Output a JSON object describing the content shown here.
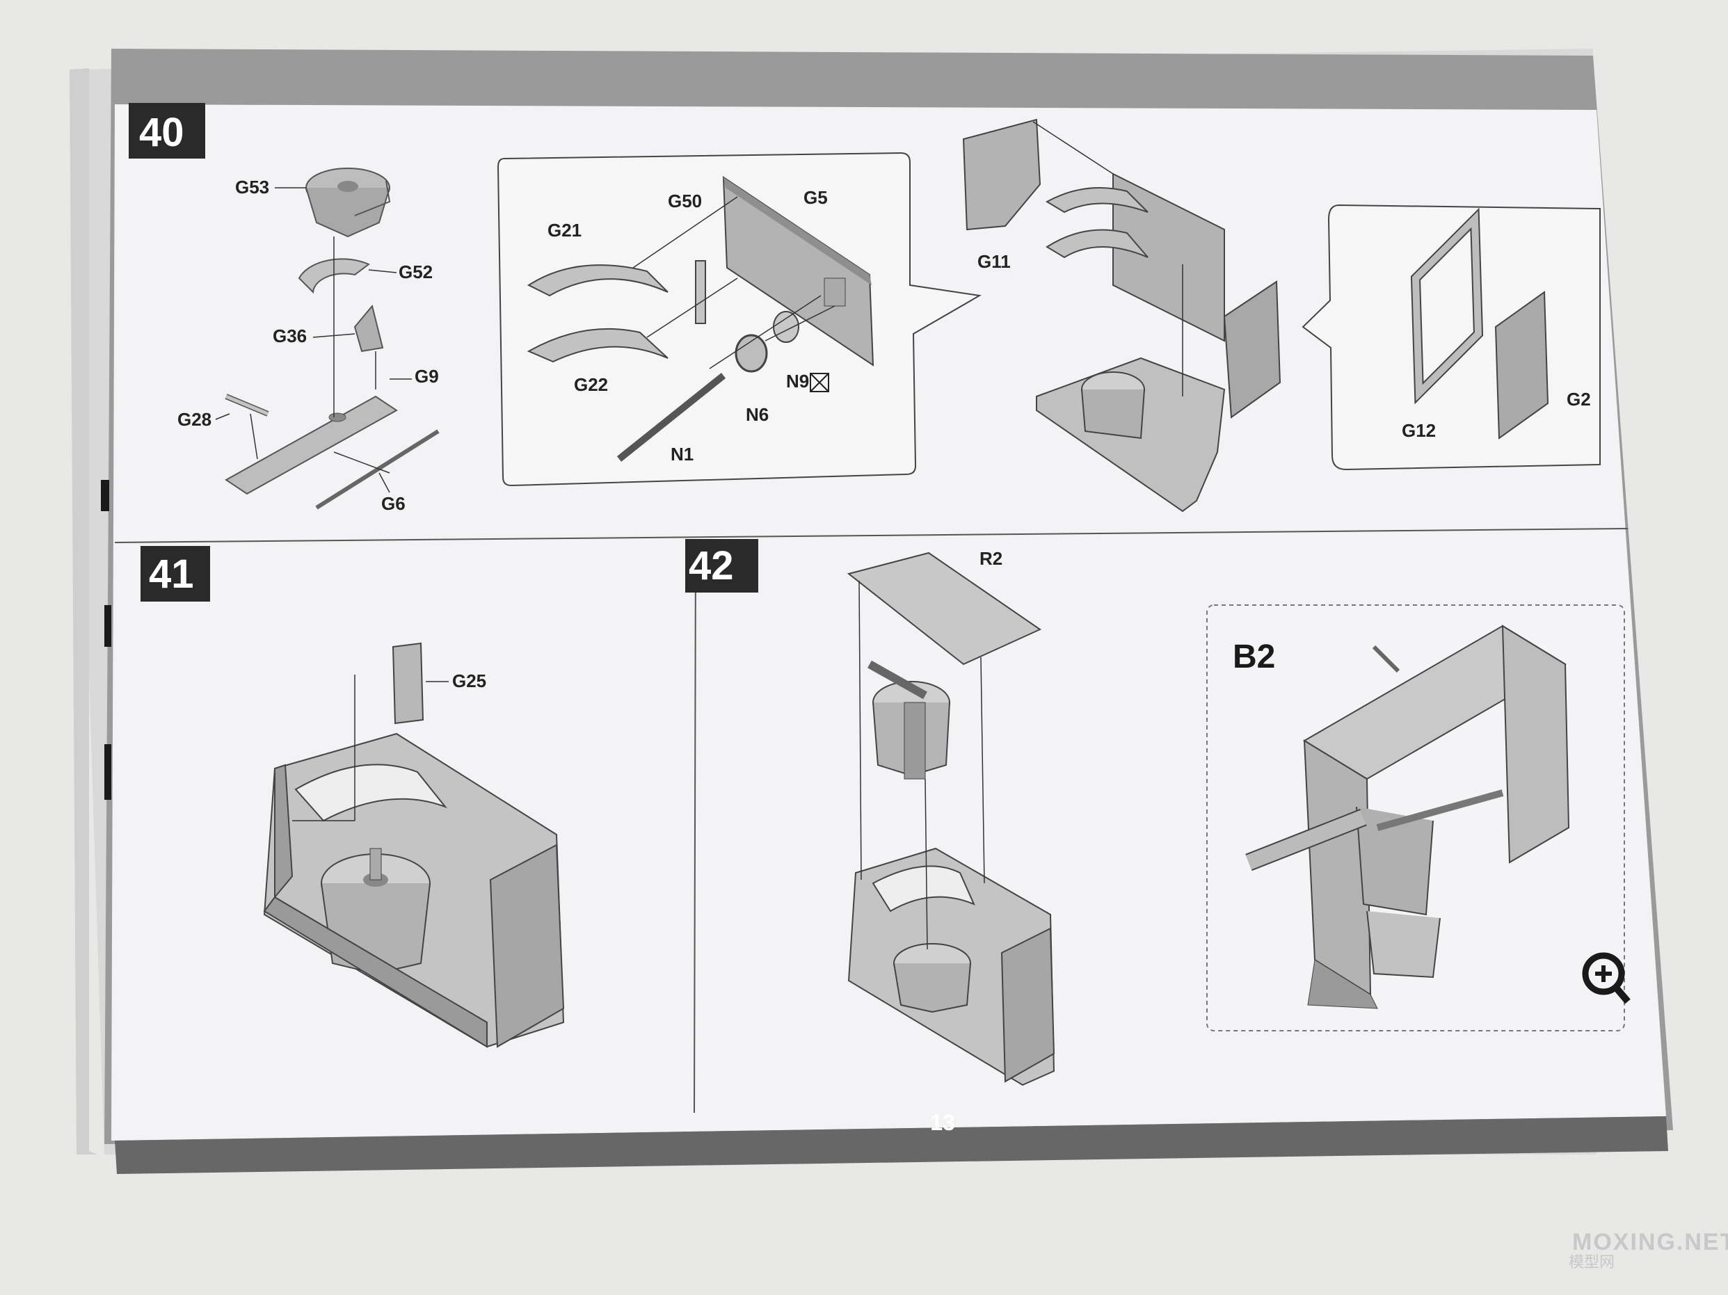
{
  "page": {
    "number": "13"
  },
  "steps": [
    {
      "number": "40"
    },
    {
      "number": "41"
    },
    {
      "number": "42"
    }
  ],
  "parts": {
    "g53": "G53",
    "g52": "G52",
    "g36": "G36",
    "g9": "G9",
    "g28": "G28",
    "g6": "G6",
    "g21": "G21",
    "g50": "G50",
    "g5": "G5",
    "g22": "G22",
    "n9": "N9",
    "n6": "N6",
    "n1": "N1",
    "g11": "G11",
    "g12": "G12",
    "g2": "G2",
    "g25": "G25",
    "r2": "R2",
    "b2": "B2"
  },
  "watermark": {
    "site": "MOXING.NET",
    "cn": "模型网"
  },
  "colors": {
    "paper": "#f3f3f5",
    "band": "#676767",
    "step_box": "#2a2a2a",
    "part_fill": "#b9b9b9"
  }
}
